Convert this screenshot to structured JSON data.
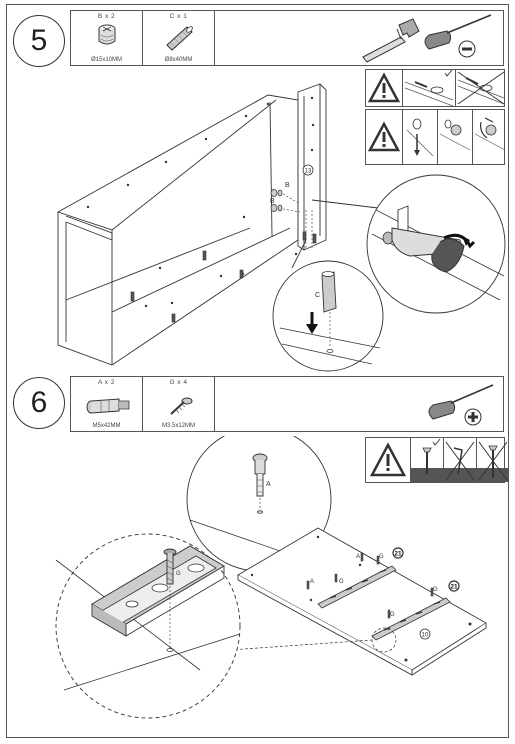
{
  "step5": {
    "number": "5",
    "parts": [
      {
        "qty": "B x 2",
        "size": "Ø15x10MM",
        "icon": "cam-lock-icon"
      },
      {
        "qty": "C x 1",
        "size": "Ø8x40MM",
        "icon": "wooden-dowel-icon"
      }
    ],
    "tools": [
      "hammer-icon",
      "flathead-screwdriver-icon"
    ],
    "callouts": {
      "panel_number": "13",
      "cam_label_1": "B",
      "cam_label_2": "B",
      "dowel_label": "C"
    }
  },
  "step6": {
    "number": "6",
    "parts": [
      {
        "qty": "A x 2",
        "size": "M5x42MM",
        "icon": "connector-bolt-icon"
      },
      {
        "qty": "G x 4",
        "size": "M3.5x12MM",
        "icon": "wood-screw-icon"
      }
    ],
    "tools": [
      "phillips-screwdriver-icon"
    ],
    "callouts": {
      "bolt_label": "A",
      "screw_label": "G",
      "rail_number_1": "21",
      "rail_number_2": "21",
      "panel_number": "10"
    }
  },
  "colors": {
    "line": "#333333",
    "warning_fill": "#555555"
  }
}
